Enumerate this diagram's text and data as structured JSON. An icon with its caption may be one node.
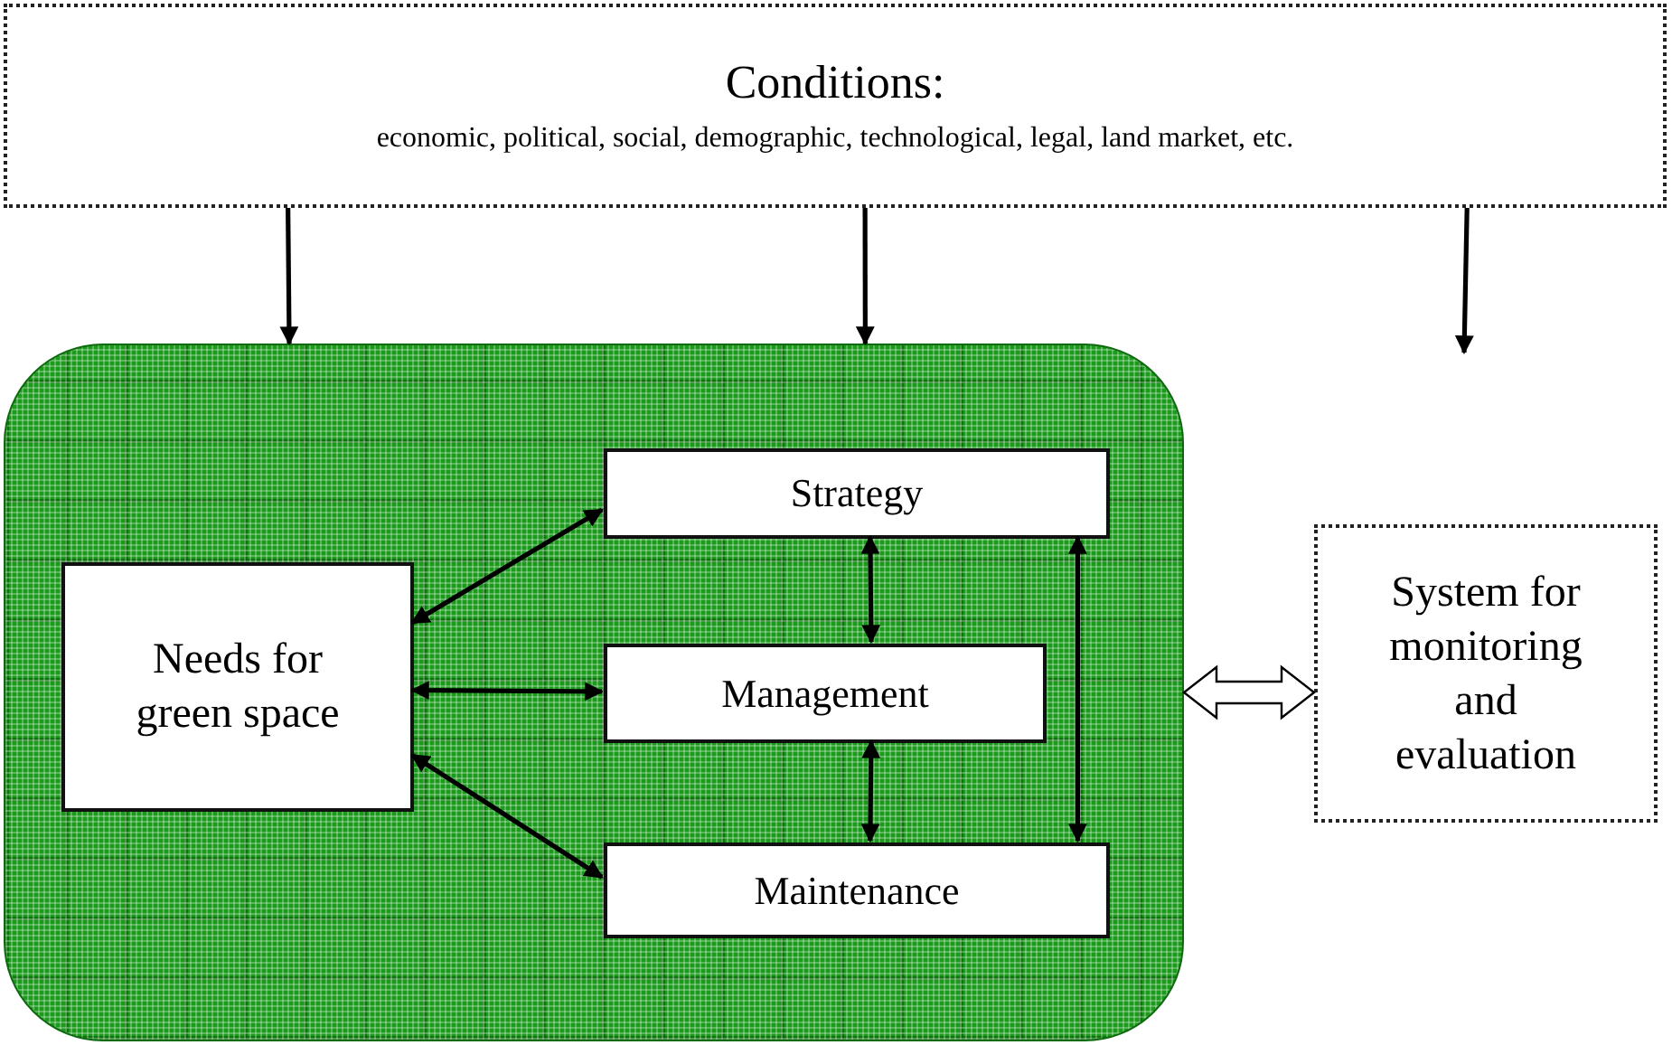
{
  "diagram": {
    "nodes": [
      {
        "text": [
          "Conditions:",
          "economic, political, social, demographic, technological, legal, land market, etc."
        ]
      },
      {
        "text": [],
        "shape": "box"
      },
      {
        "text": [
          "Needs for green space"
        ],
        "in": 1
      },
      {
        "text": [
          "Strategy"
        ],
        "in": 1
      },
      {
        "text": [
          "Management"
        ],
        "in": 1
      },
      {
        "text": [
          "Maintenance"
        ],
        "in": 1
      },
      {
        "text": [
          "System for monitoring and evaluation"
        ]
      }
    ],
    "edges": [
      {
        "from": 0,
        "to": 1,
        "arrow": "to"
      },
      {
        "from": 0,
        "to": 1,
        "arrow": "to"
      },
      {
        "from": 0,
        "to": null,
        "arrow": "to"
      },
      {
        "from": 2,
        "to": 3,
        "arrow": "both"
      },
      {
        "from": 2,
        "to": 4,
        "arrow": "both"
      },
      {
        "from": 2,
        "to": 5,
        "arrow": "both"
      },
      {
        "from": 3,
        "to": 4,
        "arrow": "both"
      },
      {
        "from": 4,
        "to": 5,
        "arrow": "both"
      },
      {
        "from": 3,
        "to": 5,
        "arrow": "both"
      },
      {
        "from": 1,
        "to": 6,
        "arrow": "both"
      }
    ]
  }
}
